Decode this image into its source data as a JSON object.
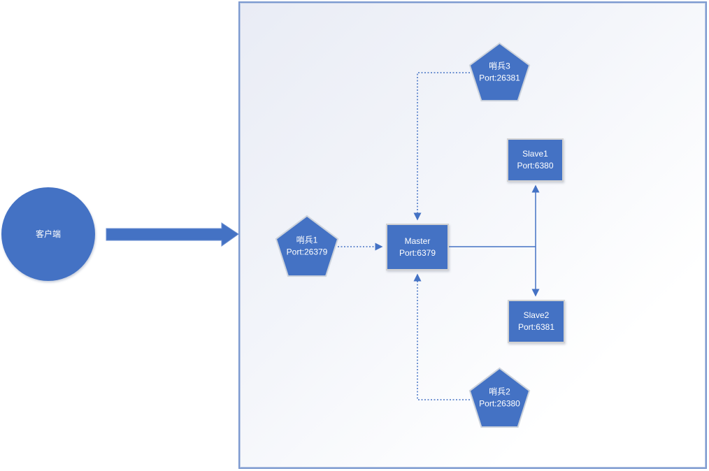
{
  "diagram": {
    "client": {
      "label": "客户端"
    },
    "nodes": {
      "sentinel1": {
        "name": "哨兵1",
        "port": "Port:26379"
      },
      "sentinel2": {
        "name": "哨兵2",
        "port": "Port:26380"
      },
      "sentinel3": {
        "name": "哨兵3",
        "port": "Port:26381"
      },
      "master": {
        "name": "Master",
        "port": "Port:6379"
      },
      "slave1": {
        "name": "Slave1",
        "port": "Port:6380"
      },
      "slave2": {
        "name": "Slave2",
        "port": "Port:6381"
      }
    },
    "colors": {
      "shape_fill": "#4472C4",
      "connector": "#4472C4",
      "shape_border": "#D2D2D2",
      "frame_border": "#7D9AD0",
      "frame_fill_top": "#E9ECF5",
      "text": "#FFFFFF"
    }
  }
}
